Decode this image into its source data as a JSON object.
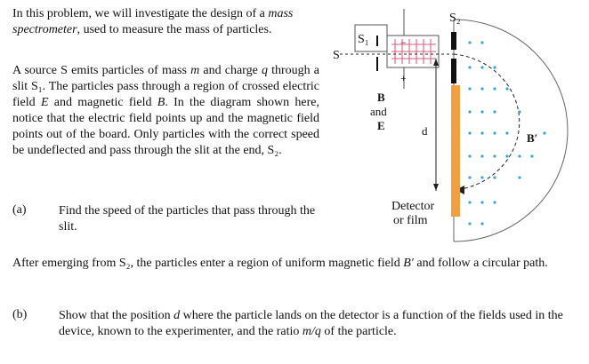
{
  "intro": {
    "pre": "In this problem, we will investigate the design of a ",
    "em1": "mass spectrometer",
    "post": ", used to measure the mass of particles."
  },
  "source_para": {
    "t1": "A source S emits particles of mass ",
    "m": "m",
    "t2": " and charge ",
    "q": "q",
    "t3": " through a slit S₁.  The particles pass through a region of crossed electric field ",
    "E": "E",
    "t4": " and magnetic field ",
    "B": "B",
    "t5": ".  In the diagram shown here, notice that the electric field points up and the magnetic field points out of the board.  Only particles with the correct speed be undeflected and pass through the slit at the end, S₂."
  },
  "question_a": {
    "label": "(a)",
    "text": "Find the speed of the particles that pass through the slit."
  },
  "after_para": {
    "t1": "After emerging from S₂, the particles enter a region of uniform magnetic field ",
    "Bp": "B′",
    "t2": " and follow a circular path."
  },
  "question_b": {
    "label": "(b)",
    "t1": "Show that the position ",
    "d": "d",
    "t2": " where the particle lands on the detector is a function of the fields used in the device, known to the experimenter, and the ratio ",
    "mq": "m/q",
    "t3": " of the particle."
  },
  "diagram": {
    "label_S": "S",
    "label_S1": "S₁",
    "label_S2": "S₂",
    "label_B": "B",
    "label_and": "and",
    "label_E": "E",
    "label_d": "d",
    "label_Bprime": "B′",
    "label_detector_1": "Detector",
    "label_detector_2": "or film",
    "plus_sign": "+",
    "minus_sign": "−",
    "colors": {
      "detector": "#f0a040",
      "dots": "#3aa3d8",
      "field_lines": "#e05a7a"
    }
  }
}
